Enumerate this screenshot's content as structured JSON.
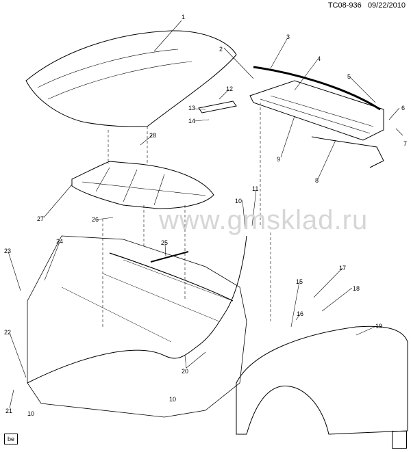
{
  "header": {
    "doc_id": "TC08-936",
    "date": "09/22/2010"
  },
  "watermark": "www.gmsklad.ru",
  "footer": {
    "badge": "be"
  },
  "callouts": [
    "1",
    "2",
    "3",
    "4",
    "5",
    "6",
    "7",
    "8",
    "9",
    "10",
    "11",
    "12",
    "13",
    "14",
    "15",
    "16",
    "17",
    "18",
    "19",
    "20",
    "21",
    "22",
    "23",
    "24",
    "25",
    "26",
    "27",
    "28"
  ]
}
